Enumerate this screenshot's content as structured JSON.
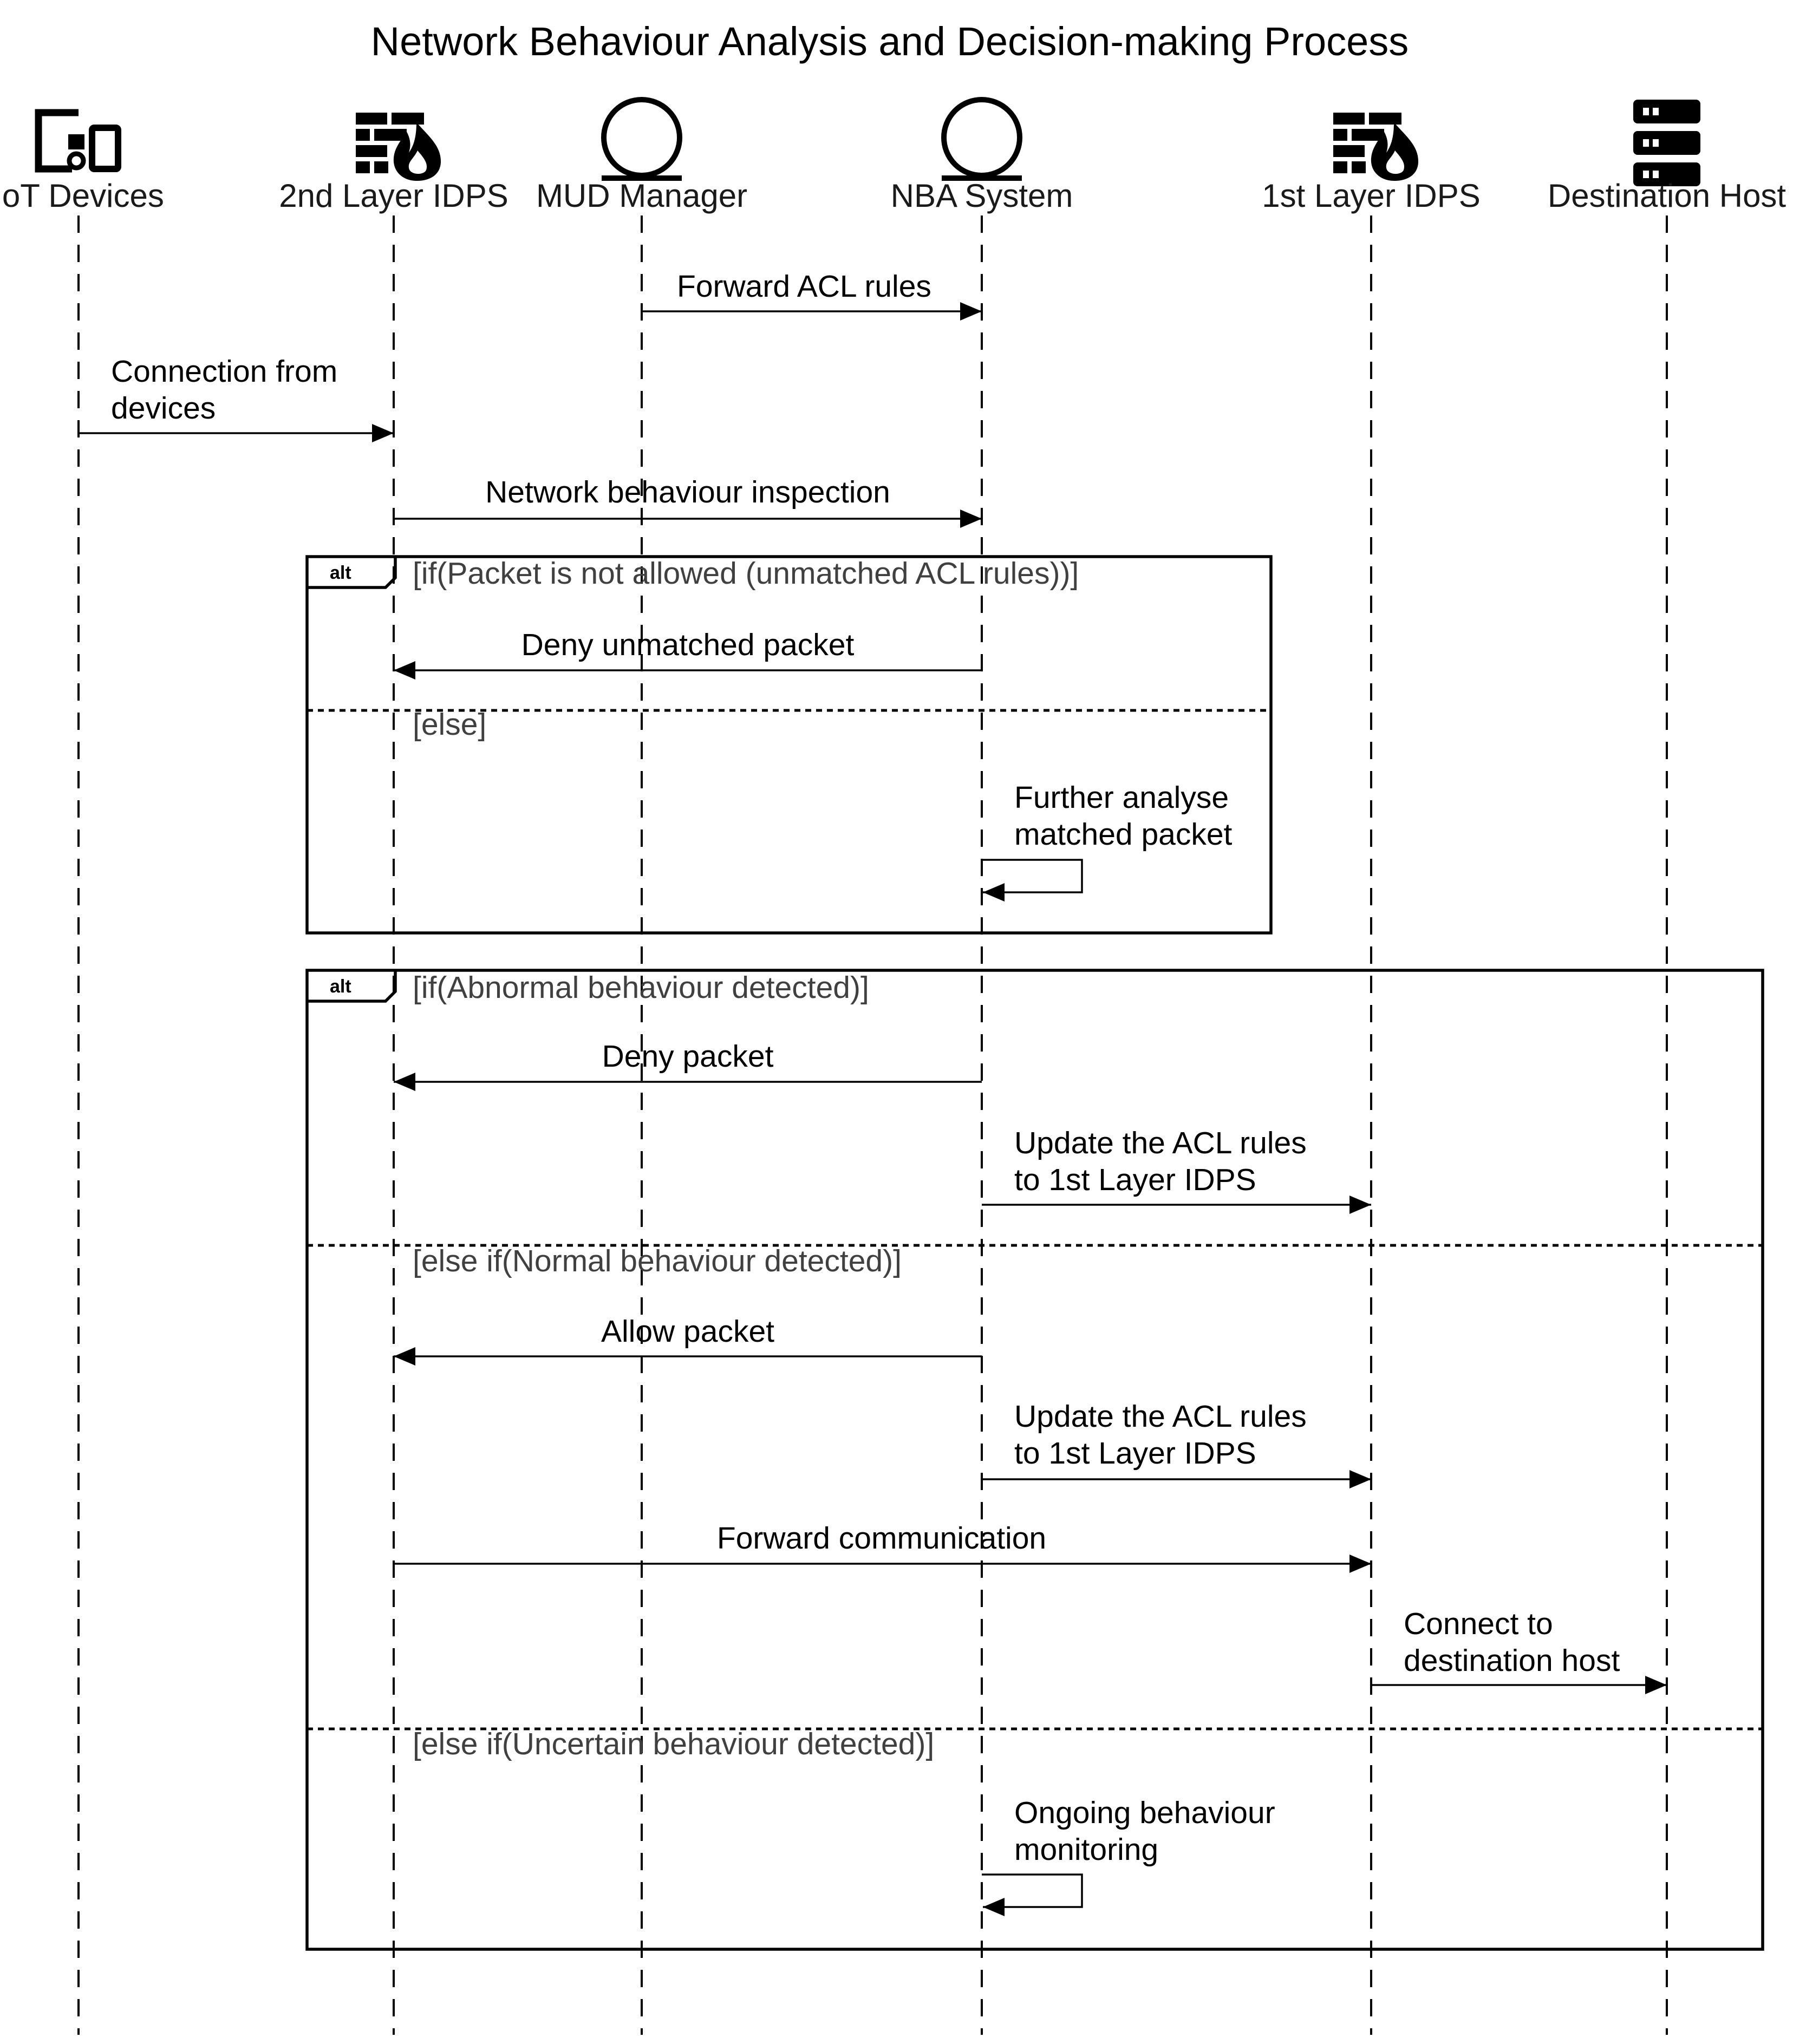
{
  "title": "Network Behaviour Analysis and Decision-making Process",
  "participants": [
    {
      "id": "iot",
      "label": "IoT Devices",
      "icon": "iot-devices-icon"
    },
    {
      "id": "idps2",
      "label": "2nd Layer IDPS",
      "icon": "firewall-icon"
    },
    {
      "id": "mud",
      "label": "MUD Manager",
      "icon": "entity-circle-icon"
    },
    {
      "id": "nba",
      "label": "NBA System",
      "icon": "entity-circle-icon"
    },
    {
      "id": "idps1",
      "label": "1st Layer IDPS",
      "icon": "firewall-icon"
    },
    {
      "id": "dest",
      "label": "Destination Host",
      "icon": "server-icon"
    }
  ],
  "messages": [
    {
      "from": "mud",
      "to": "nba",
      "lines": [
        "Forward ACL rules"
      ]
    },
    {
      "from": "iot",
      "to": "idps2",
      "lines": [
        "Connection from",
        "devices"
      ]
    },
    {
      "from": "idps2",
      "to": "nba",
      "lines": [
        "Network behaviour inspection"
      ]
    },
    {
      "from": "nba",
      "to": "idps2",
      "lines": [
        "Deny unmatched packet"
      ]
    },
    {
      "from": "nba",
      "to": "nba",
      "lines": [
        "Further analyse",
        "matched packet"
      ]
    },
    {
      "from": "nba",
      "to": "idps2",
      "lines": [
        "Deny packet"
      ]
    },
    {
      "from": "nba",
      "to": "idps1",
      "lines": [
        "Update the ACL rules",
        "to 1st Layer IDPS"
      ]
    },
    {
      "from": "nba",
      "to": "idps2",
      "lines": [
        "Allow packet"
      ]
    },
    {
      "from": "nba",
      "to": "idps1",
      "lines": [
        "Update the ACL rules",
        "to 1st Layer IDPS"
      ]
    },
    {
      "from": "idps2",
      "to": "idps1",
      "lines": [
        "Forward communication"
      ]
    },
    {
      "from": "idps1",
      "to": "dest",
      "lines": [
        "Connect to",
        "destination host"
      ]
    },
    {
      "from": "nba",
      "to": "nba",
      "lines": [
        "Ongoing behaviour",
        "monitoring"
      ]
    }
  ],
  "fragments": [
    {
      "operator": "alt",
      "guards": [
        "[if(Packet is not allowed (unmatched ACL rules))]",
        "[else]"
      ]
    },
    {
      "operator": "alt",
      "guards": [
        "[if(Abnormal behaviour detected)]",
        "[else if(Normal behaviour detected)]",
        "[else if(Uncertain behaviour detected)]"
      ]
    }
  ]
}
